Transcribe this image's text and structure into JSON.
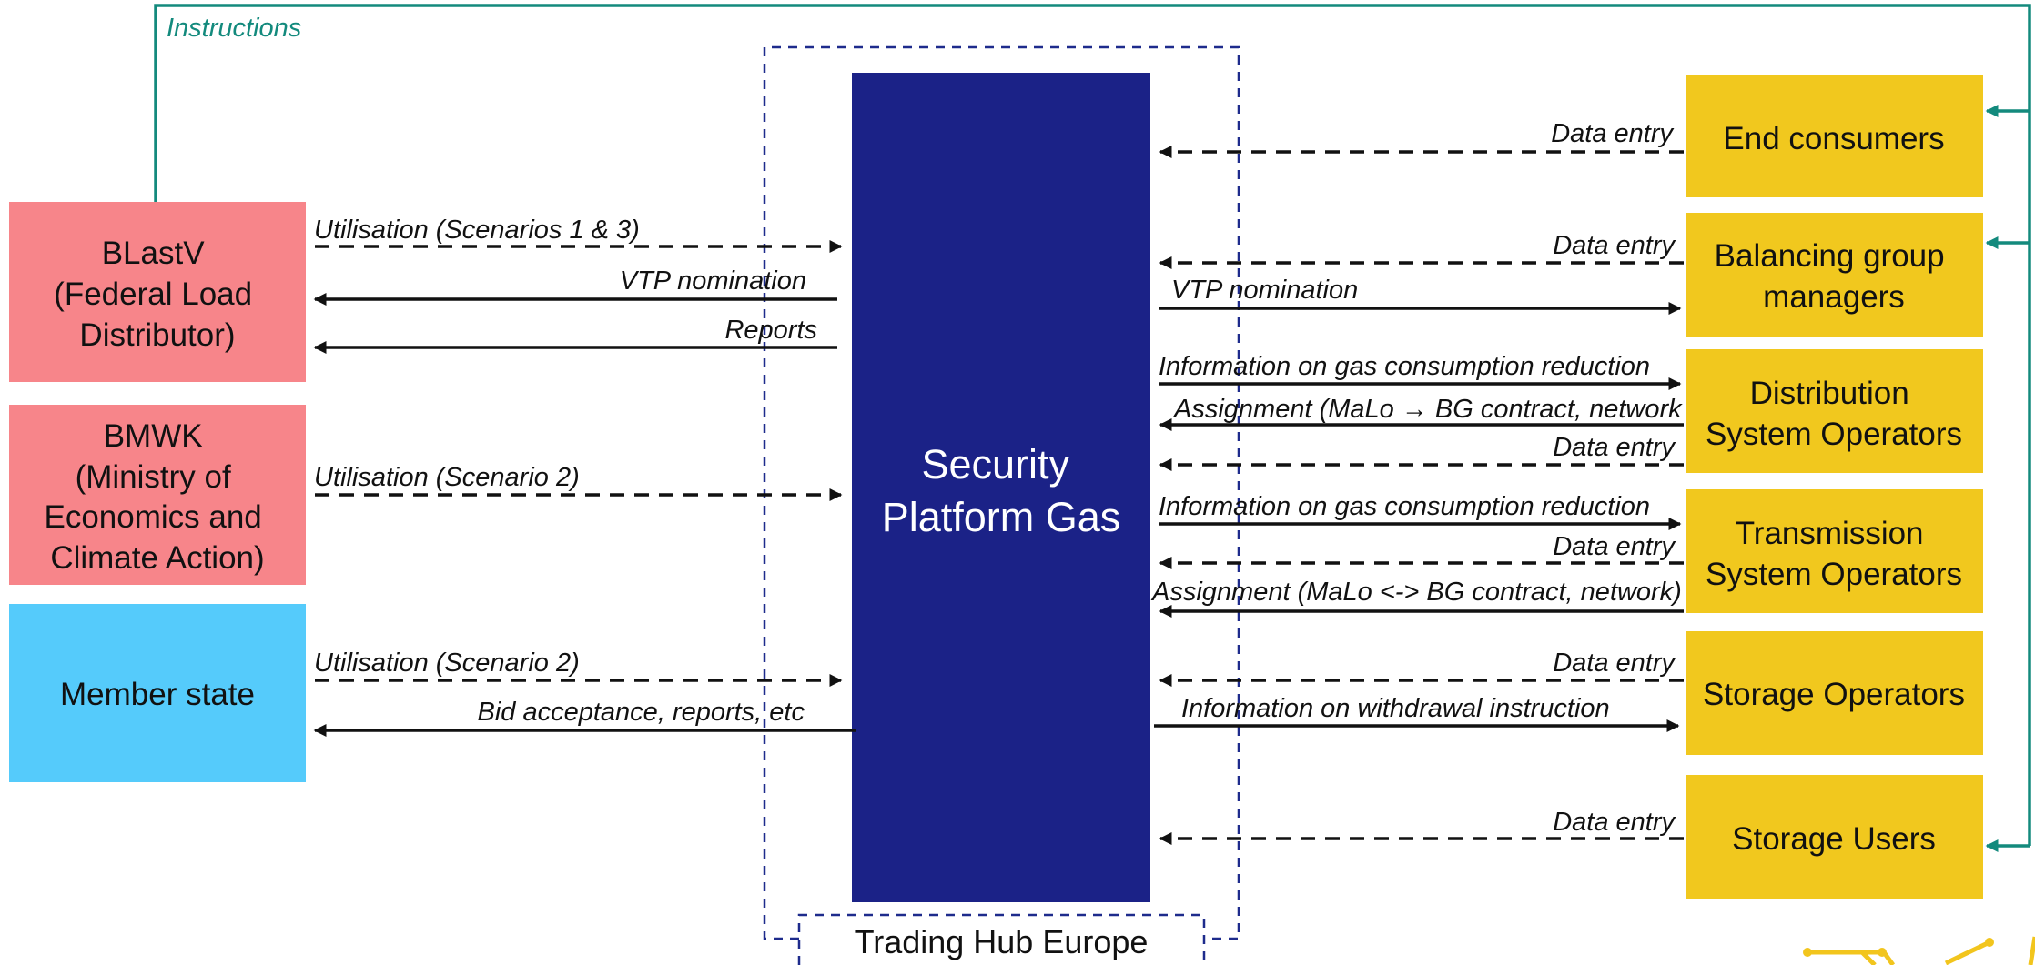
{
  "instructions_label": "Instructions",
  "colors": {
    "federal": "#f7858a",
    "member_state": "#55cbfb",
    "market": "#f1c81e",
    "platform": "#1b2287",
    "teal": "#138a7d",
    "frame": "#1e2b8c"
  },
  "left_boxes": {
    "blastv": [
      "BLastV",
      "(Federal Load",
      "Distributor)"
    ],
    "bmwk": [
      "BMWK",
      "(Ministry of",
      "Economics and",
      "Climate Action)"
    ],
    "member_state": [
      "Member state"
    ]
  },
  "platform": [
    "Security",
    "Platform Gas"
  ],
  "trading_hub": "Trading Hub Europe",
  "right_boxes": {
    "end_consumers": [
      "End consumers"
    ],
    "bgm": [
      "Balancing group",
      "managers"
    ],
    "dso": [
      "Distribution",
      "System Operators"
    ],
    "tso": [
      "Transmission",
      "System Operators"
    ],
    "storage_operators": [
      "Storage Operators"
    ],
    "storage_users": [
      "Storage Users"
    ]
  },
  "left_flows": {
    "blastv_util": "Utilisation (Scenarios 1 & 3)",
    "blastv_vtp": "VTP nomination",
    "blastv_reports": "Reports",
    "bmwk_util": "Utilisation (Scenario 2)",
    "ms_util": "Utilisation (Scenario 2)",
    "ms_bid": "Bid acceptance, reports, etc"
  },
  "right_flows": {
    "ec_data": "Data entry",
    "bgm_data": "Data entry",
    "bgm_vtp": "VTP nomination",
    "dso_info": "Information on gas consumption reduction",
    "dso_assign": "Assignment (MaLo → BG contract, network",
    "dso_data": "Data entry",
    "tso_info": "Information on gas consumption reduction",
    "tso_data": "Data entry",
    "tso_assign": "Assignment (MaLo <-> BG contract, network)",
    "so_data": "Data entry",
    "so_info": "Information on withdrawal instruction",
    "su_data": "Data entry"
  }
}
